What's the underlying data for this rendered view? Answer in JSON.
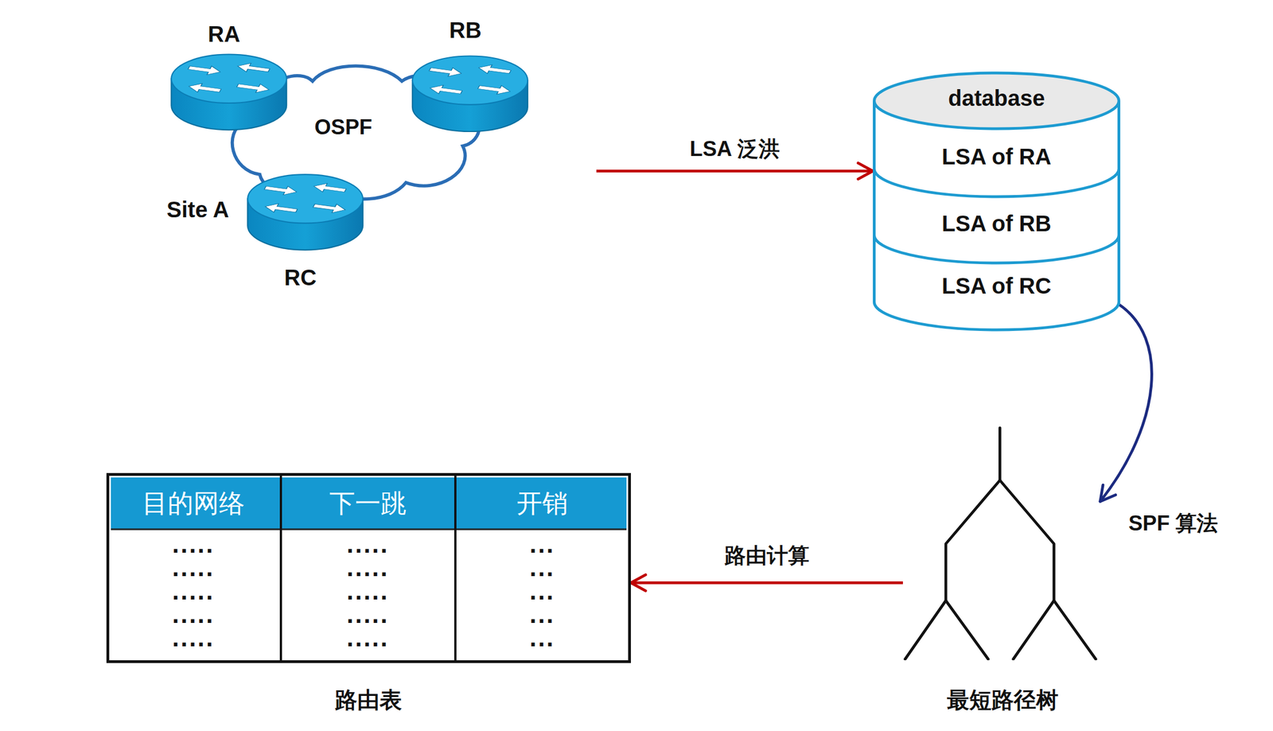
{
  "diagram": {
    "nodes": [
      {
        "text": [
          "OSPF"
        ]
      },
      {
        "text": [
          "database"
        ]
      },
      {
        "text": [
          "LSA of RA"
        ],
        "in": 1
      },
      {
        "text": [
          "LSA of RB"
        ],
        "in": 1
      },
      {
        "text": [
          "LSA of RC"
        ],
        "in": 1
      },
      {
        "text": [
          "最短路径树"
        ]
      },
      {
        "text": [
          "路由表"
        ]
      }
    ],
    "edges": [
      {
        "from": 0,
        "to": 1,
        "arrow": "to",
        "label": "LSA 泛洪"
      },
      {
        "from": 1,
        "to": 5,
        "arrow": "to",
        "label": "SPF 算法"
      },
      {
        "from": 5,
        "to": 6,
        "arrow": "to",
        "label": "路由计算"
      }
    ],
    "labels": [
      "RA",
      "RB",
      "Site A",
      "RC",
      "目的网络",
      "下一跳",
      "开销",
      ".....",
      ".....",
      "...",
      ".....",
      ".....",
      "...",
      ".....",
      ".....",
      "...",
      ".....",
      ".....",
      "...",
      ".....",
      ".....",
      "..."
    ]
  }
}
